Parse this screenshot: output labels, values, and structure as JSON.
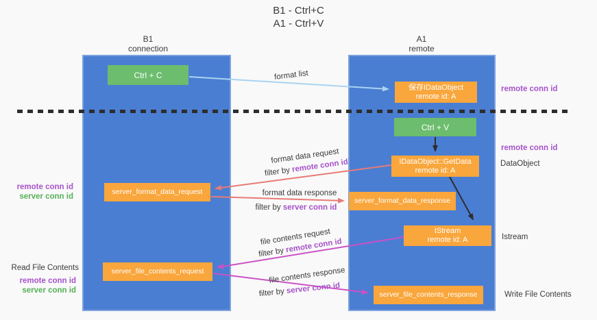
{
  "title": {
    "line1": "B1 - Ctrl+C",
    "line2": "A1 - Ctrl+V"
  },
  "lifelines": {
    "b1": {
      "name": "B1",
      "subtitle": "connection"
    },
    "a1": {
      "name": "A1",
      "subtitle": "remote"
    }
  },
  "nodes": {
    "ctrl_c": {
      "label": "Ctrl + C"
    },
    "save_idataobject": {
      "line1": "保存IDataObject",
      "line2": "remote id: A"
    },
    "ctrl_v": {
      "label": "Ctrl + V"
    },
    "getdata": {
      "line1": "IDataObject::GetData",
      "line2": "remote id: A"
    },
    "format_request": {
      "label": "server_format_data_request"
    },
    "format_response": {
      "label": "server_format_data_response"
    },
    "istream": {
      "line1": "IStream",
      "line2": "remote id: A"
    },
    "file_request": {
      "label": "server_file_contents_request"
    },
    "file_response": {
      "label": "server_file_contents_response"
    }
  },
  "edge_labels": {
    "format_list": "format list",
    "format_data_request": "format data request",
    "format_data_request_filter": {
      "prefix": "filter by ",
      "key": "remote conn id"
    },
    "format_data_response": "format data response",
    "format_data_response_filter": {
      "prefix": "filter by ",
      "key": "server conn id"
    },
    "file_contents_request": "file contents request",
    "file_contents_request_filter": {
      "prefix": "filter by ",
      "key": "remote conn id"
    },
    "file_contents_response": "file contents response",
    "file_contents_response_filter": {
      "prefix": "filter by ",
      "key": "server conn id"
    }
  },
  "side_labels": {
    "right_remote_conn_id_top": "remote conn id",
    "right_remote_conn_id_mid": "remote conn id",
    "right_dataobject": "DataObject",
    "right_istream": "Istream",
    "right_write_file_contents": "Write File Contents",
    "left_remote_conn_id_1": "remote conn id",
    "left_server_conn_id_1": "server conn id",
    "left_read_file_contents": "Read File Contents",
    "left_remote_conn_id_2": "remote conn id",
    "left_server_conn_id_2": "server conn id"
  },
  "colors": {
    "lifeline_blue": "#4a7ed2",
    "node_green": "#6cbd6d",
    "node_orange": "#f9a63c",
    "arrow_format_list": "#a9d3f2",
    "arrow_format_data": "#e87a76",
    "arrow_file_contents": "#cb51c6",
    "arrow_internal": "#2d2d2d",
    "label_purple": "#a653c9",
    "label_green": "#56b056"
  }
}
